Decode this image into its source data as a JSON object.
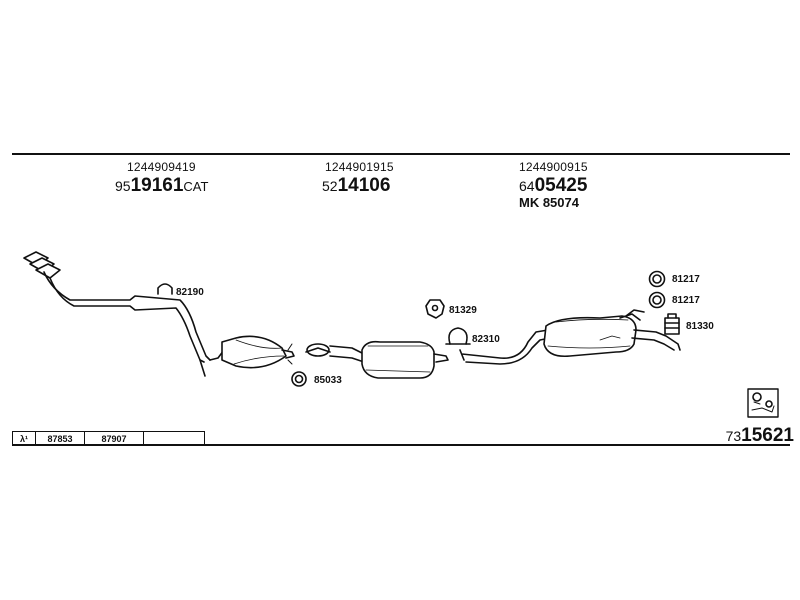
{
  "parts": [
    {
      "oem": "1244909419",
      "prefix": "95",
      "main": "19161",
      "suffix": "CAT"
    },
    {
      "oem": "1244901915",
      "prefix": "52",
      "main": "14106",
      "suffix": ""
    },
    {
      "oem": "1244900915",
      "prefix": "64",
      "main": "05425",
      "suffix": "",
      "mk": "MK  85074"
    }
  ],
  "accessories": [
    "82190",
    "85033",
    "81329",
    "82310",
    "81217",
    "81217",
    "81330"
  ],
  "lambda_table": {
    "symbol": "λ¹",
    "cells": [
      "87853",
      "87907",
      ""
    ]
  },
  "set_number": {
    "prefix": "73",
    "main": "15621"
  }
}
